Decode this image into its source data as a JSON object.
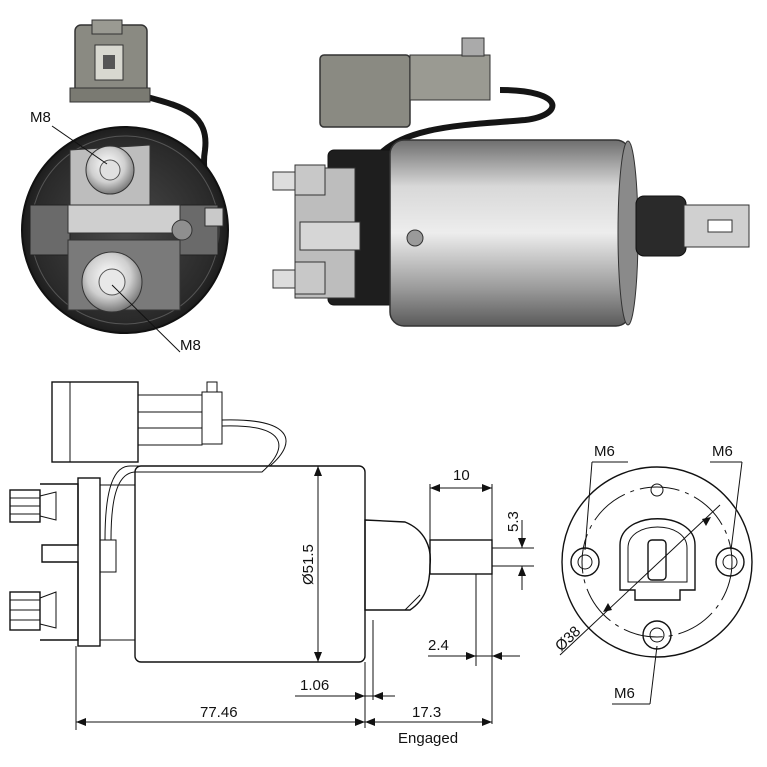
{
  "labels": {
    "m8_top": "M8",
    "m8_bottom": "M8",
    "diameter_body": "Ø51.5",
    "width_10": "10",
    "offset_5_3": "5.3",
    "gap_2_4": "2.4",
    "gap_1_06": "1.06",
    "length_77_46": "77.46",
    "stroke_17_3": "17.3",
    "engaged": "Engaged",
    "m6_left": "M6",
    "m6_right": "M6",
    "m6_bottom": "M6",
    "diameter_38": "Ø38"
  },
  "colors": {
    "metal_light": "#d9d9d9",
    "metal_mid": "#a8a8a8",
    "metal_dark": "#3a3a3a",
    "connector_grey": "#8a8a82",
    "line": "#111111"
  }
}
